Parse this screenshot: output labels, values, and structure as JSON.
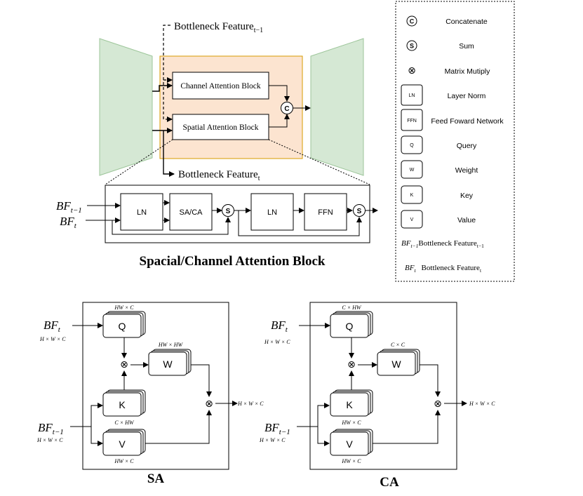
{
  "colors": {
    "encoder_fill": "#d5e8d4",
    "encoder_stroke": "#9dc59a",
    "bottleneck_fill": "#fce4d0",
    "bottleneck_stroke": "#d79b00",
    "line": "#000000",
    "box_fill": "#ffffff"
  },
  "top": {
    "bf_prev_label": "Bottleneck Feature",
    "bf_prev_sub": "t−1",
    "bf_cur_label": "Bottleneck Feature",
    "bf_cur_sub": "t",
    "channel_block": "Channel Attention Block",
    "spatial_block": "Spatial Attention Block",
    "concat_symbol": "C"
  },
  "detail": {
    "in_prev_main": "BF",
    "in_prev_sub": "t−1",
    "in_cur_main": "BF",
    "in_cur_sub": "t",
    "ln1": "LN",
    "sa_ca": "SA/CA",
    "sum1": "S",
    "ln2": "LN",
    "ffn": "FFN",
    "sum2": "S",
    "title": "Spacial/Channel Attention Block"
  },
  "legend": {
    "items": [
      {
        "symbol": "C",
        "label": "Concatenate"
      },
      {
        "symbol": "S",
        "label": "Sum"
      },
      {
        "symbol": "⊗",
        "label": "Matrix Mutiply"
      },
      {
        "symbol": "LN",
        "label": "Layer Norm"
      },
      {
        "symbol": "FFN",
        "label": "Feed Foward Network"
      },
      {
        "symbol": "Q",
        "label": "Query"
      },
      {
        "symbol": "W",
        "label": "Weight"
      },
      {
        "symbol": "K",
        "label": "Key"
      },
      {
        "symbol": "V",
        "label": "Value"
      }
    ],
    "bf_prev_symbol_main": "BF",
    "bf_prev_symbol_sub": "t−1",
    "bf_prev_label": "Bottleneck Feature",
    "bf_prev_label_sub": "t−1",
    "bf_cur_symbol_main": "BF",
    "bf_cur_symbol_sub": "t",
    "bf_cur_label": "Bottleneck Feature",
    "bf_cur_label_sub": "t"
  },
  "sa": {
    "title": "SA",
    "in_cur_main": "BF",
    "in_cur_sub": "t",
    "in_cur_dim": "H × W × C",
    "in_prev_main": "BF",
    "in_prev_sub": "t−1",
    "in_prev_dim": "H × W × C",
    "q": "Q",
    "q_dim": "HW × C",
    "k": "K",
    "k_dim": "C × HW",
    "v": "V",
    "v_dim": "HW × C",
    "w": "W",
    "w_dim": "HW × HW",
    "out_dim": "H × W × C"
  },
  "ca": {
    "title": "CA",
    "in_cur_main": "BF",
    "in_cur_sub": "t",
    "in_cur_dim": "H × W × C",
    "in_prev_main": "BF",
    "in_prev_sub": "t−1",
    "in_prev_dim": "H × W × C",
    "q": "Q",
    "q_dim": "C × HW",
    "k": "K",
    "k_dim": "HW × C",
    "v": "V",
    "v_dim": "HW × C",
    "w": "W",
    "w_dim": "C × C",
    "out_dim": "H × W × C"
  }
}
